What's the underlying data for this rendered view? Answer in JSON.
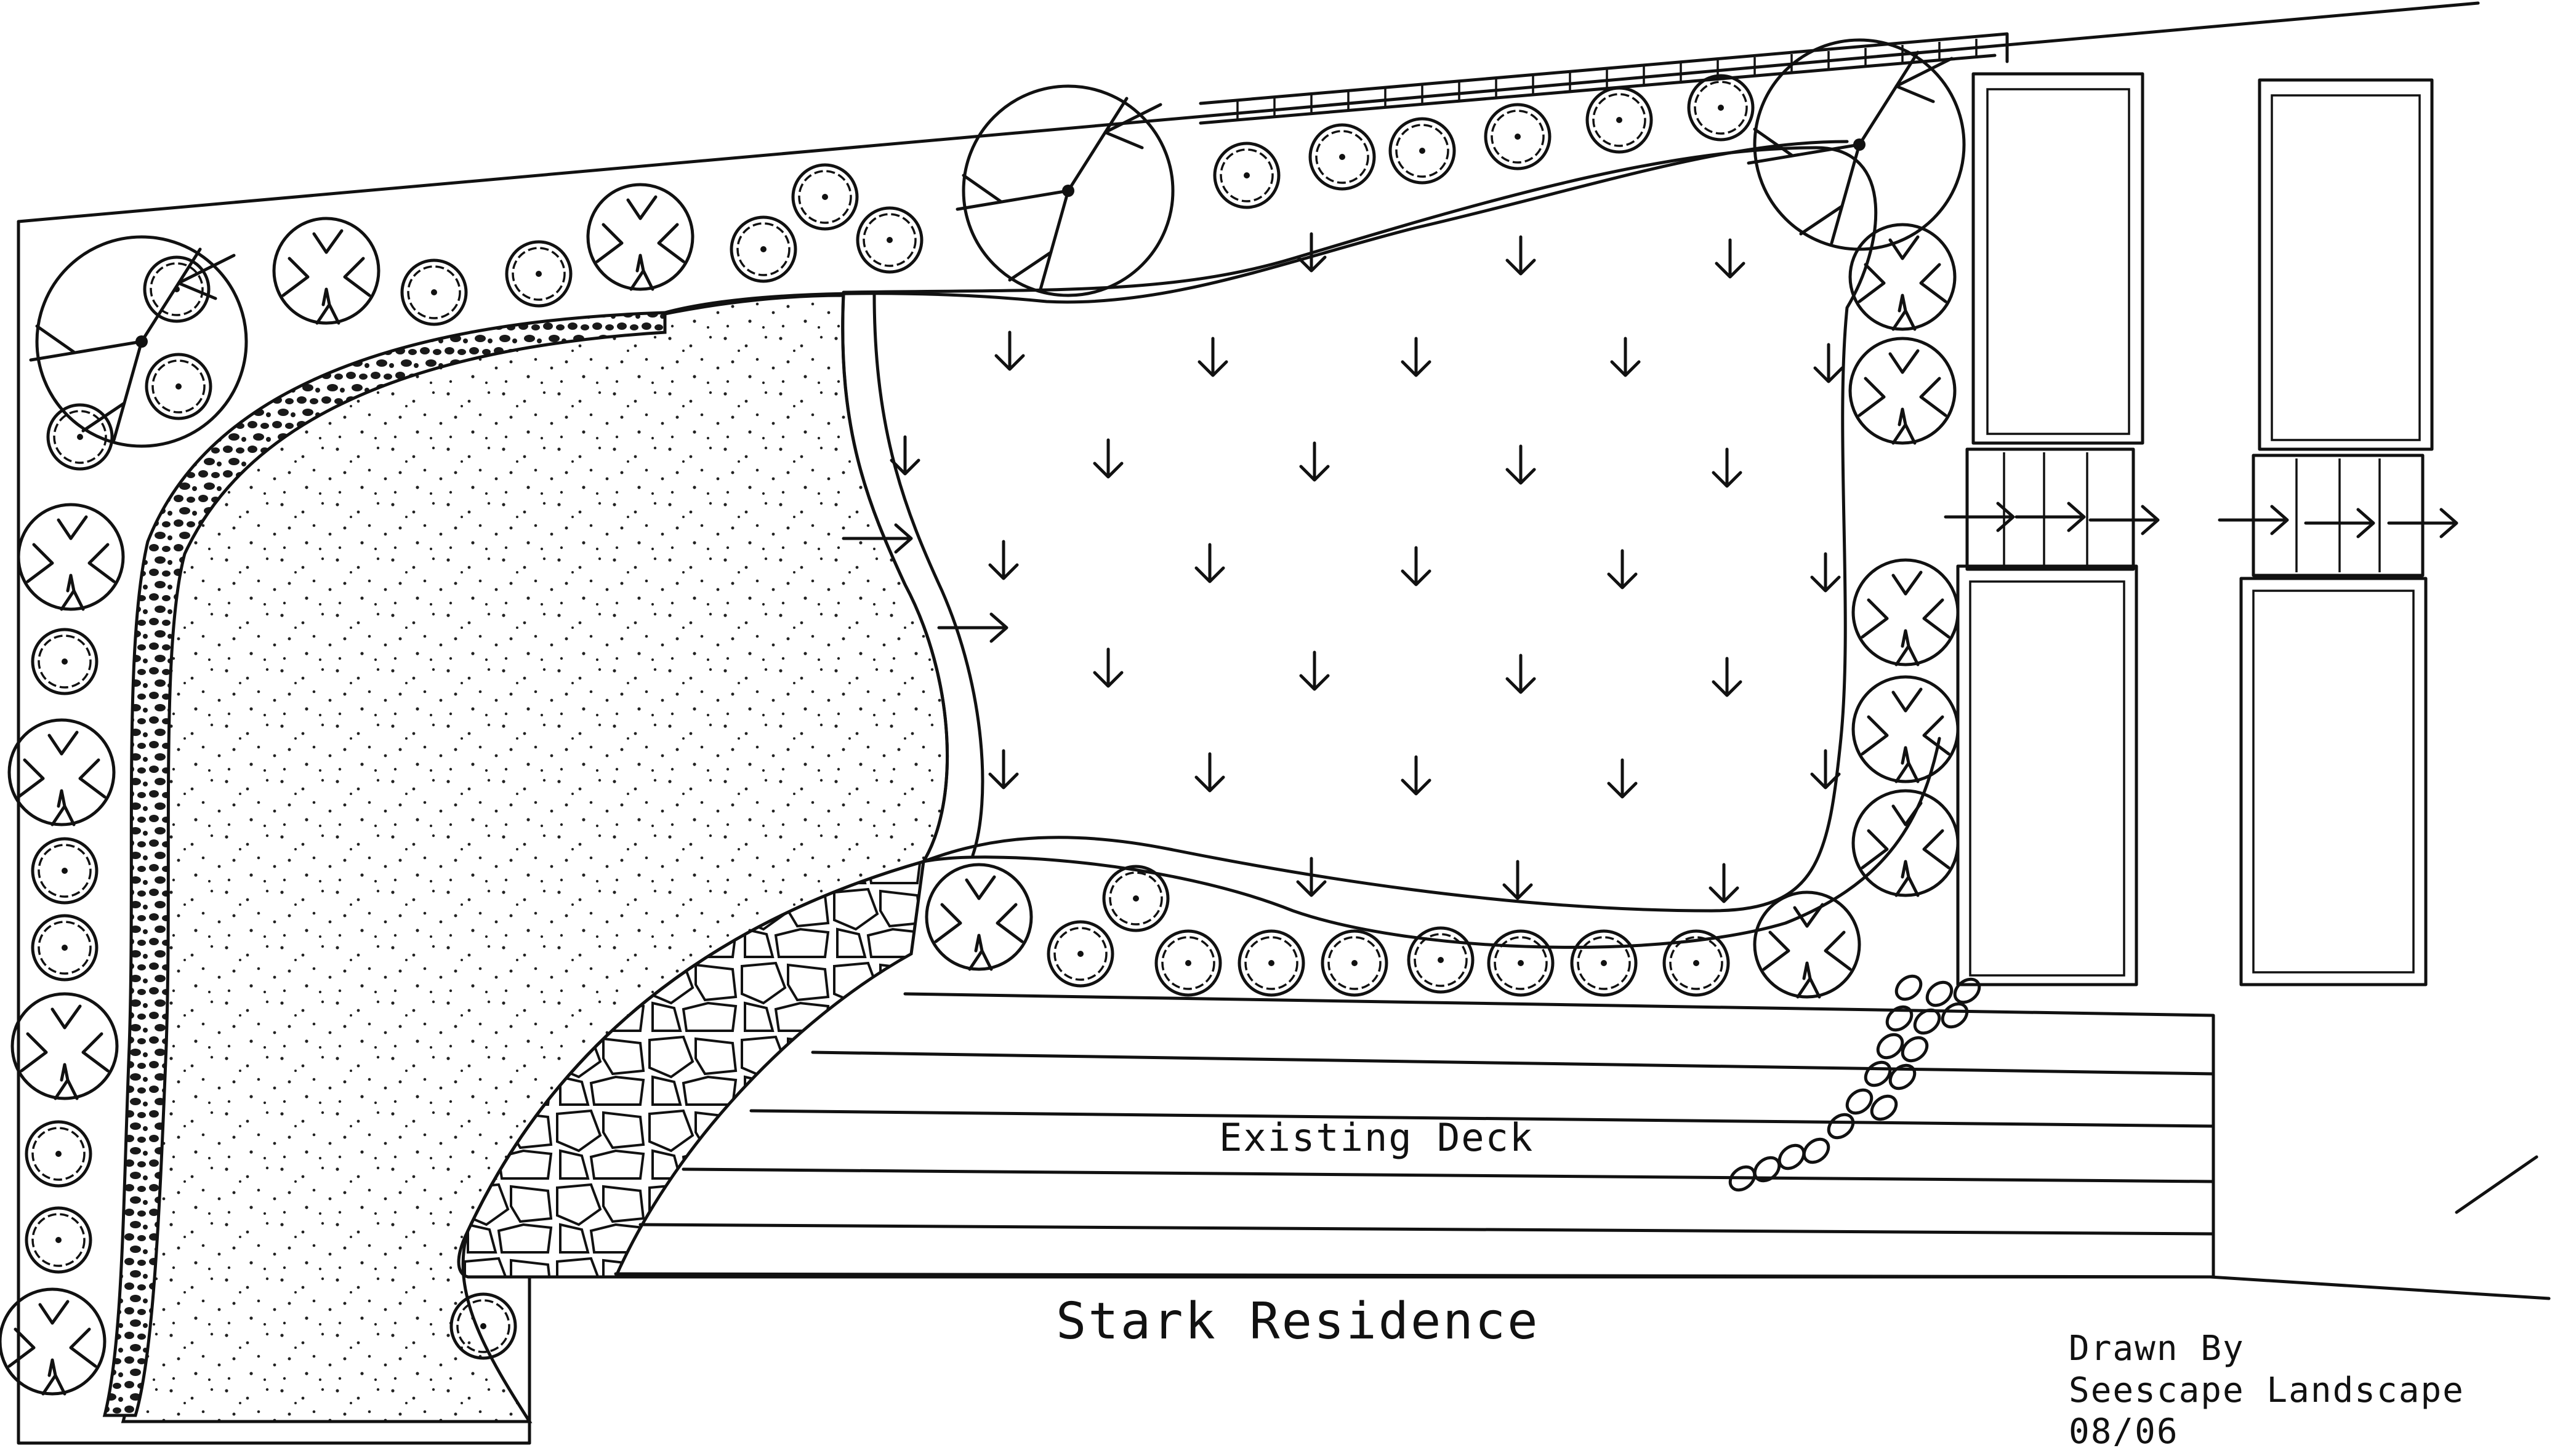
{
  "labels": {
    "deck": "Existing Deck",
    "residence": "Stark Residence",
    "drawn_by": "Drawn By",
    "company": "Seescape Landscape",
    "date": "08/06"
  },
  "colors": {
    "ink": "#111111",
    "paper": "#ffffff"
  },
  "legend_icons": [
    "large-tree-icon",
    "evergreen-shrub-icon",
    "deciduous-shrub-icon",
    "ground-cover-arrow-icon",
    "stepping-stone-icon",
    "flagstone-path-icon",
    "pea-gravel-area-icon",
    "river-rock-border-icon"
  ]
}
